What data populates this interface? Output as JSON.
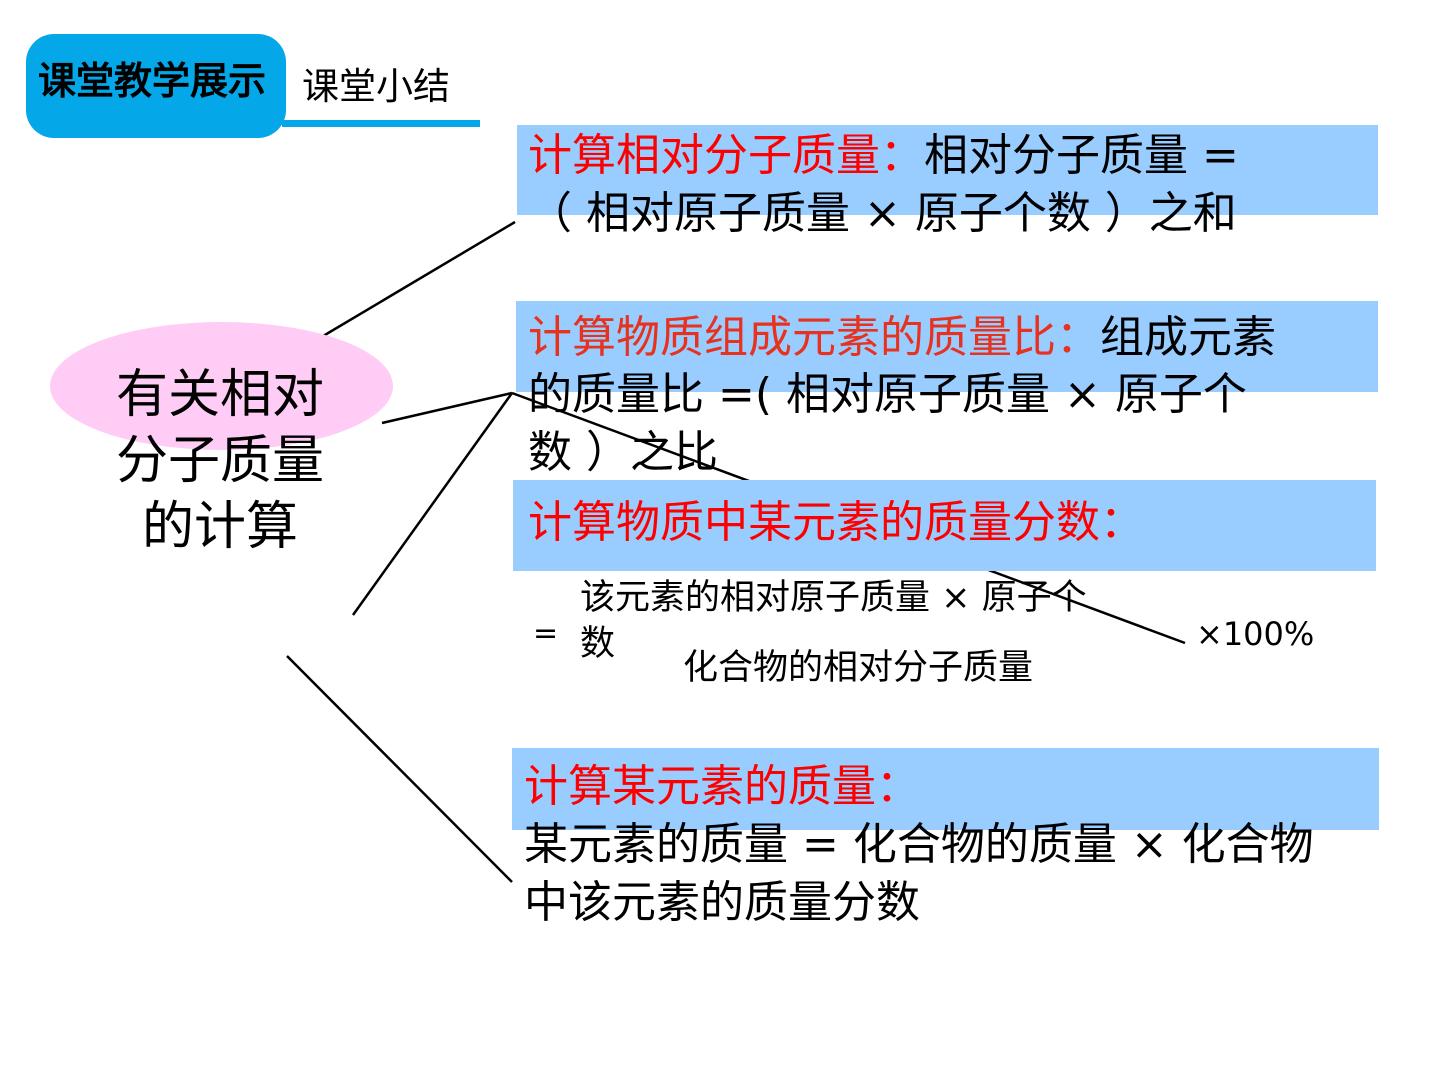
{
  "header": {
    "section_tab": "课堂教学展示",
    "subtitle": "课堂小结"
  },
  "topic": {
    "line1": "有关相对",
    "line2": "分子质量",
    "line3": "的计算"
  },
  "branches": [
    {
      "heading": "计算相对分子质量：",
      "body_line1": "相对分子质量 =",
      "body_line2": "（ 相对原子质量 × 原子个数 ）之和"
    },
    {
      "heading": "计算物质组成元素的质量比：",
      "body_line1": "组成元素",
      "body_line2": "的质量比 =( 相对原子质量 × 原子个",
      "body_line3": "数 ）之比"
    },
    {
      "heading": "计算物质中某元素的质量分数：",
      "equals": "=",
      "numerator_line1": "该元素的相对原子质量 × 原子个",
      "numerator_line2": "数",
      "denominator": "化合物的相对分子质量",
      "multiplier": "×100%"
    },
    {
      "heading": "计算某元素的质量：",
      "body_line1": "某元素的质量 = 化合物的质量 × 化合物",
      "body_line2": "中该元素的质量分数"
    }
  ],
  "colors": {
    "tab_blue": "#04a8e8",
    "bar_blue": "#99ccff",
    "topic_pink": "#ffccf5",
    "heading_red": "#ff0000",
    "heading_orange_red": "#e6321e"
  }
}
